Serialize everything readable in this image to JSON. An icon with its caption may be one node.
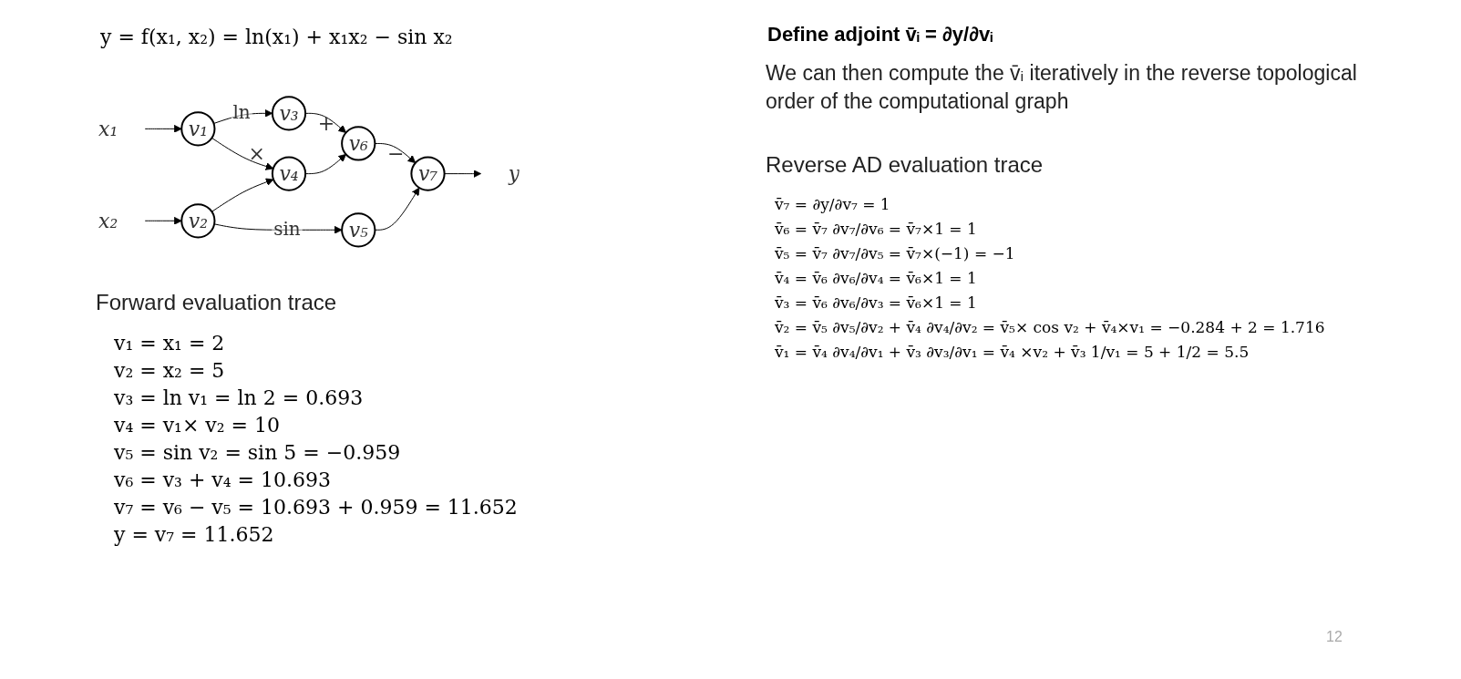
{
  "diagram": {
    "nodes": [
      {
        "text": [
          "x₁"
        ]
      },
      {
        "text": [
          "v₁"
        ]
      },
      {
        "text": [
          "v₃"
        ]
      },
      {
        "text": [
          "v₆"
        ],
        "beside": [
          "+"
        ]
      },
      {
        "text": [
          "v₄"
        ],
        "beside": [
          "×"
        ]
      },
      {
        "text": [
          "v₇"
        ],
        "beside": [
          "−"
        ]
      },
      {
        "text": [
          "y"
        ]
      },
      {
        "text": [
          "x₂"
        ]
      },
      {
        "text": [
          "v₂"
        ]
      },
      {
        "text": [
          "v₅"
        ]
      }
    ],
    "edges": [
      {
        "from": 0,
        "to": 1,
        "arrow": "to"
      },
      {
        "from": 1,
        "to": 2,
        "arrow": "to",
        "label": "ln"
      },
      {
        "from": 1,
        "to": 4,
        "arrow": "to"
      },
      {
        "from": 2,
        "to": 3,
        "arrow": "to"
      },
      {
        "from": 4,
        "to": 3,
        "arrow": "to"
      },
      {
        "from": 3,
        "to": 5,
        "arrow": "to"
      },
      {
        "from": 8,
        "to": 4,
        "arrow": "to"
      },
      {
        "from": 7,
        "to": 8,
        "arrow": "to"
      },
      {
        "from": 8,
        "to": 9,
        "arrow": "to",
        "label": "sin"
      },
      {
        "from": 9,
        "to": 5,
        "arrow": "to"
      },
      {
        "from": 5,
        "to": 6,
        "arrow": "to"
      }
    ],
    "labels": [
      "y = f(x₁, x₂) = ln(x₁) + x₁x₂ − sin x₂",
      "Forward evaluation trace",
      "v₁ = x₁ = 2",
      "v₂ = x₂ = 5",
      "v₃ = ln v₁ = ln 2 = 0.693",
      "v₄ = v₁× v₂ = 10",
      "v₅ = sin v₂ = sin 5 = −0.959",
      "v₆ = v₃ + v₄ = 10.693",
      "v₇ = v₆ − v₅ = 10.693 + 0.959 = 11.652",
      "y = v₇ = 11.652",
      "Define adjoint v̄ᵢ = ∂y/∂vᵢ",
      "We can then compute the v̄ᵢ iteratively in the reverse topological order of the computational graph",
      "Reverse AD evaluation trace",
      "v̄₇ = ∂y/∂v₇ = 1",
      "v̄₆ = v̄₇ ∂v₇/∂v₆ = v̄₇×1 = 1",
      "v̄₅ = v̄₇ ∂v₇/∂v₅ = v̄₇×(−1) = −1",
      "v̄₄ = v̄₆ ∂v₆/∂v₄ = v̄₆×1 = 1",
      "v̄₃ = v̄₆ ∂v₆/∂v₃ = v̄₆×1 = 1",
      "v̄₂ = v̄₅ ∂v₅/∂v₂ + v̄₄ ∂v₄/∂v₂ = v̄₅× cos v₂ + v̄₄×v₁ = −0.284 + 2 = 1.716",
      "v̄₁ = v̄₄ ∂v₄/∂v₁ + v̄₃ ∂v₃/∂v₁ = v̄₄ ×v₂ + v̄₃ 1/v₁ = 5 + 1/2 = 5.5",
      "12"
    ]
  }
}
